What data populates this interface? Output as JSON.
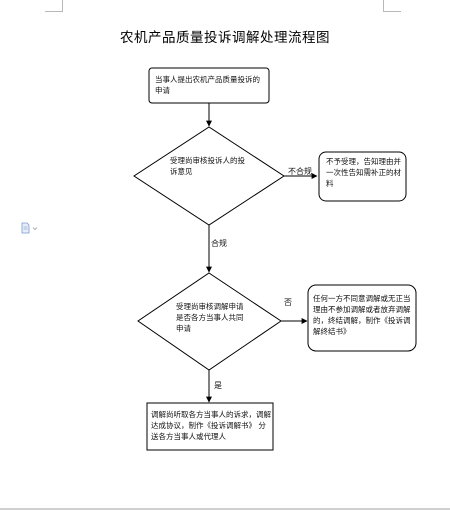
{
  "title": "农机产品质量投诉调解处理流程图",
  "nodes": {
    "start": "当事人提出农机产品质量投诉的申请",
    "decision1": "受理尚审核投诉人的投诉意见",
    "reject": "不予受理，告知理由并一次性告知需补正的材料",
    "decision2": "受理尚审核调解申请是否各方当事人共同申请",
    "terminate": "任何一方不同意调解或无正当理由不参加调解或者放弃调解的，终结调解，制作《投诉调解终结书》",
    "mediate": "调解尚听取各方当事人的诉求，调解达成协议，制作《投诉调解书》 分送各方当事人或代理人"
  },
  "edges": {
    "fail": "不合规",
    "pass": "合规",
    "no": "否",
    "yes": "是"
  }
}
